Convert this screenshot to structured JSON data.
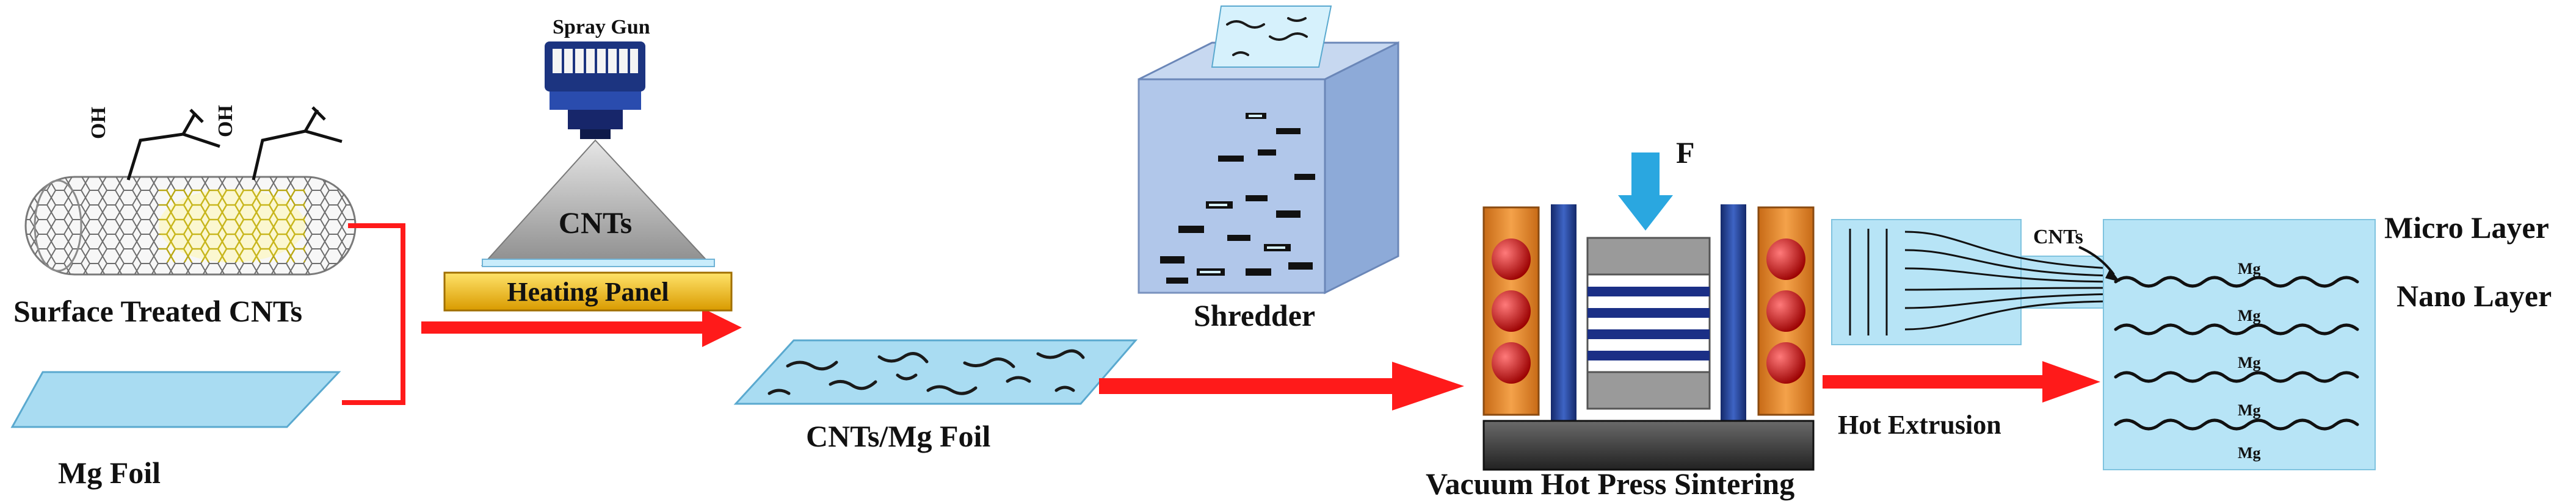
{
  "labels": {
    "surface_treated_cnts": "Surface Treated CNTs",
    "mg_foil": "Mg Foil",
    "spray_gun": "Spray Gun",
    "cnts_cone": "CNTs",
    "heating_panel": "Heating Panel",
    "cnts_mg_foil": "CNTs/Mg Foil",
    "shredder": "Shredder",
    "force": "F",
    "vacuum_hot_press_sintering": "Vacuum Hot Press Sintering",
    "hot_extrusion": "Hot Extrusion",
    "cnts_pointer": "CNTs",
    "micro_layer": "Micro Layer",
    "nano_layer": "Nano Layer",
    "mg_layer_label": "Mg",
    "carboxyl_oh": "OH"
  },
  "colors": {
    "arrow_red": "#ff1a1a",
    "foil_blue": "#a9dcf2",
    "shredder_box": "#9bb8e0",
    "heating_panel": "#f2b800",
    "press_orange": "#ee8a2a",
    "press_ball": "#cc1010",
    "press_column": "#1f3f8f",
    "press_base": "#3a3a3a",
    "force_arrow": "#2aa7e0",
    "layer_panel": "#b7e4f6"
  },
  "icons": [
    "spray-gun-icon",
    "cnt-tube-icon",
    "carboxyl-group-icon",
    "extrusion-die-icon"
  ]
}
